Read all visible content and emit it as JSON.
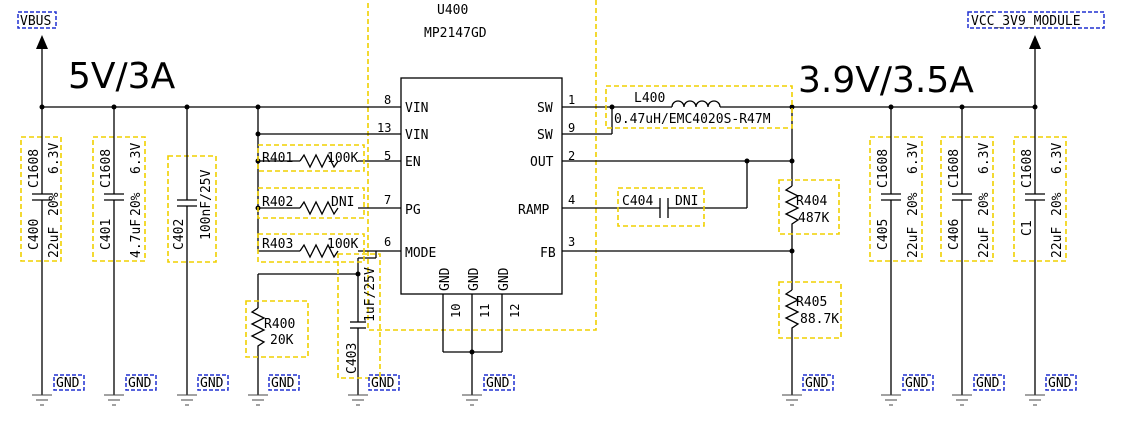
{
  "ic": {
    "ref": "U400",
    "part": "MP2147GD",
    "left_pins": [
      {
        "num": "8",
        "name": "VIN"
      },
      {
        "num": "13",
        "name": "VIN"
      },
      {
        "num": "5",
        "name": "EN"
      },
      {
        "num": "7",
        "name": "PG"
      },
      {
        "num": "6",
        "name": "MODE"
      }
    ],
    "right_pins": [
      {
        "num": "1",
        "name": "SW"
      },
      {
        "num": "9",
        "name": "SW"
      },
      {
        "num": "2",
        "name": "OUT"
      },
      {
        "num": "4",
        "name": "RAMP"
      },
      {
        "num": "3",
        "name": "FB"
      }
    ],
    "bottom_pins": [
      {
        "num": "10",
        "name": "GND"
      },
      {
        "num": "11",
        "name": "GND"
      },
      {
        "num": "12",
        "name": "GND"
      }
    ]
  },
  "nets": {
    "vbus": "VBUS",
    "vout": "VCC_3V9_MODULE",
    "gnd": "GND"
  },
  "ratings": {
    "input": "5V/3A",
    "output": "3.9V/3.5A"
  },
  "inductor": {
    "ref": "L400",
    "value": "0.47uH/EMC4020S-R47M"
  },
  "capacitors_vertical": [
    {
      "ref": "C400",
      "pkg": "C1608",
      "value": "22uF",
      "tol": "20%",
      "volt": "6.3V"
    },
    {
      "ref": "C401",
      "pkg": "C1608",
      "value": "4.7uF",
      "tol": "20%",
      "volt": "6.3V"
    },
    {
      "ref": "C405",
      "pkg": "C1608",
      "value": "22uF",
      "tol": "20%",
      "volt": "6.3V"
    },
    {
      "ref": "C406",
      "pkg": "C1608",
      "value": "22uF",
      "tol": "20%",
      "volt": "6.3V"
    },
    {
      "ref": "C1",
      "pkg": "C1608",
      "value": "22uF",
      "tol": "20%",
      "volt": "6.3V"
    }
  ],
  "c402": {
    "ref": "C402",
    "value": "100nF/25V"
  },
  "c403": {
    "ref": "C403",
    "value": "1uF/25V"
  },
  "c404": {
    "ref": "C404",
    "value": "DNI"
  },
  "resistors": {
    "r401": {
      "ref": "R401",
      "value": "100K"
    },
    "r402": {
      "ref": "R402",
      "value": "DNI"
    },
    "r403": {
      "ref": "R403",
      "value": "100K"
    },
    "r400": {
      "ref": "R400",
      "value": "20K"
    },
    "r404": {
      "ref": "R404",
      "value": "487K"
    },
    "r405": {
      "ref": "R405",
      "value": "88.7K"
    }
  },
  "colors": {
    "refdes_box": "#f0d000",
    "net_label_box": "#2030d0"
  }
}
